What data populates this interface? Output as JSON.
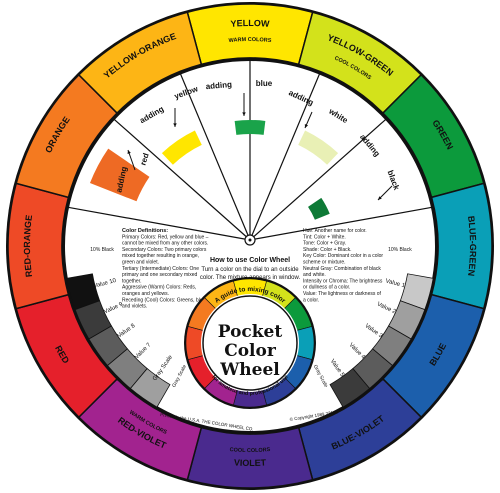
{
  "wheel": {
    "segments": [
      {
        "name": "yellow",
        "label": "YELLOW",
        "sub": "WARM COLORS",
        "color": "#FFE600",
        "text": "#111"
      },
      {
        "name": "yellow-green",
        "label": "YELLOW-GREEN",
        "sub": "COOL COLORS",
        "color": "#D3E21B",
        "text": "#111"
      },
      {
        "name": "green",
        "label": "GREEN",
        "sub": "",
        "color": "#0C9A3C",
        "text": "#111"
      },
      {
        "name": "blue-green",
        "label": "BLUE-GREEN",
        "sub": "",
        "color": "#0A9FB7",
        "text": "#ffffff"
      },
      {
        "name": "blue",
        "label": "BLUE",
        "sub": "",
        "color": "#1C5FAC",
        "text": "#ffffff"
      },
      {
        "name": "blue-violet",
        "label": "BLUE-VIOLET",
        "sub": "",
        "color": "#2D3F98",
        "text": "#ffffff"
      },
      {
        "name": "violet",
        "label": "VIOLET",
        "sub": "COOL COLORS",
        "color": "#4A2A8E",
        "text": "#ffffff"
      },
      {
        "name": "red-violet",
        "label": "RED-VIOLET",
        "sub": "WARM COLORS",
        "color": "#A2238F",
        "text": "#ffffff"
      },
      {
        "name": "red",
        "label": "RED",
        "sub": "",
        "color": "#E5202B",
        "text": "#111"
      },
      {
        "name": "red-orange",
        "label": "RED-ORANGE",
        "sub": "",
        "color": "#EE4A26",
        "text": "#111"
      },
      {
        "name": "orange",
        "label": "ORANGE",
        "sub": "",
        "color": "#F47A20",
        "text": "#111"
      },
      {
        "name": "yellow-orange",
        "label": "YELLOW-ORANGE",
        "sub": "",
        "color": "#FDB515",
        "text": "#111"
      }
    ],
    "windows": {
      "top": [
        {
          "label": "adding",
          "target": "yellow",
          "swatch": "#FFE600"
        },
        {
          "label": "adding",
          "target": "blue",
          "swatch": "#1AA34A"
        },
        {
          "label": "adding",
          "target": "white",
          "swatch": "#E9F0B5"
        }
      ],
      "left": {
        "label": "adding",
        "target": "red",
        "swatch": "#EE6A24"
      },
      "right": {
        "label": "adding",
        "target": "black",
        "swatch": "#0E7A36"
      }
    },
    "value_scales": {
      "left": {
        "heading": "10% Black",
        "labels": [
          "Value 10",
          "Value 9",
          "Value 8",
          "Value 7",
          "Gray Scale",
          "Value 6"
        ]
      },
      "right": {
        "heading": "10% Black",
        "labels": [
          "Value 1",
          "Value 2",
          "Value 3",
          "Value 4",
          "Value 5",
          "Gray Scale"
        ]
      }
    },
    "instructions": {
      "title": "How to use Color Wheel",
      "body": "Turn a color on the dial to an outside color. The mixture appears in window."
    },
    "definitions_left": {
      "title": "Color Definitions:",
      "items": [
        "Primary Colors: Red, yellow and blue – cannot be mixed from any other colors.",
        "Secondary Colors: Two primary colors mixed together resulting in orange, green and violet.",
        "Tertiary (Intermediate) Colors: One primary and one secondary mixed together.",
        "Aggressive (Warm) Colors: Reds, oranges and yellows.",
        "Receding (Cool) Colors: Greens, blues and violets."
      ]
    },
    "definitions_right": {
      "items": [
        "Hue: Another name for color.",
        "Tint: Color + White.",
        "Tone: Color + Gray.",
        "Shade: Color + Black.",
        "Key Color: Dominant color in a color scheme or mixture.",
        "Neutral Gray: Combination of black and white.",
        "Intensity or Chroma: The brightness or dullness of a color.",
        "Value: The lightness or darkness of a color."
      ]
    },
    "center": {
      "arc_top": "A guide to mixing color",
      "line1": "Pocket",
      "line2": "Color",
      "line3": "Wheel",
      "arc_bottom": "for amateur and professional use"
    },
    "footer": {
      "left": "Printed in the U.S.A. THE COLOR WHEEL CO.",
      "right": "© Copyright 1989 23100"
    },
    "colors": {
      "ring_black": "#111111",
      "arrow": "#111111"
    }
  }
}
